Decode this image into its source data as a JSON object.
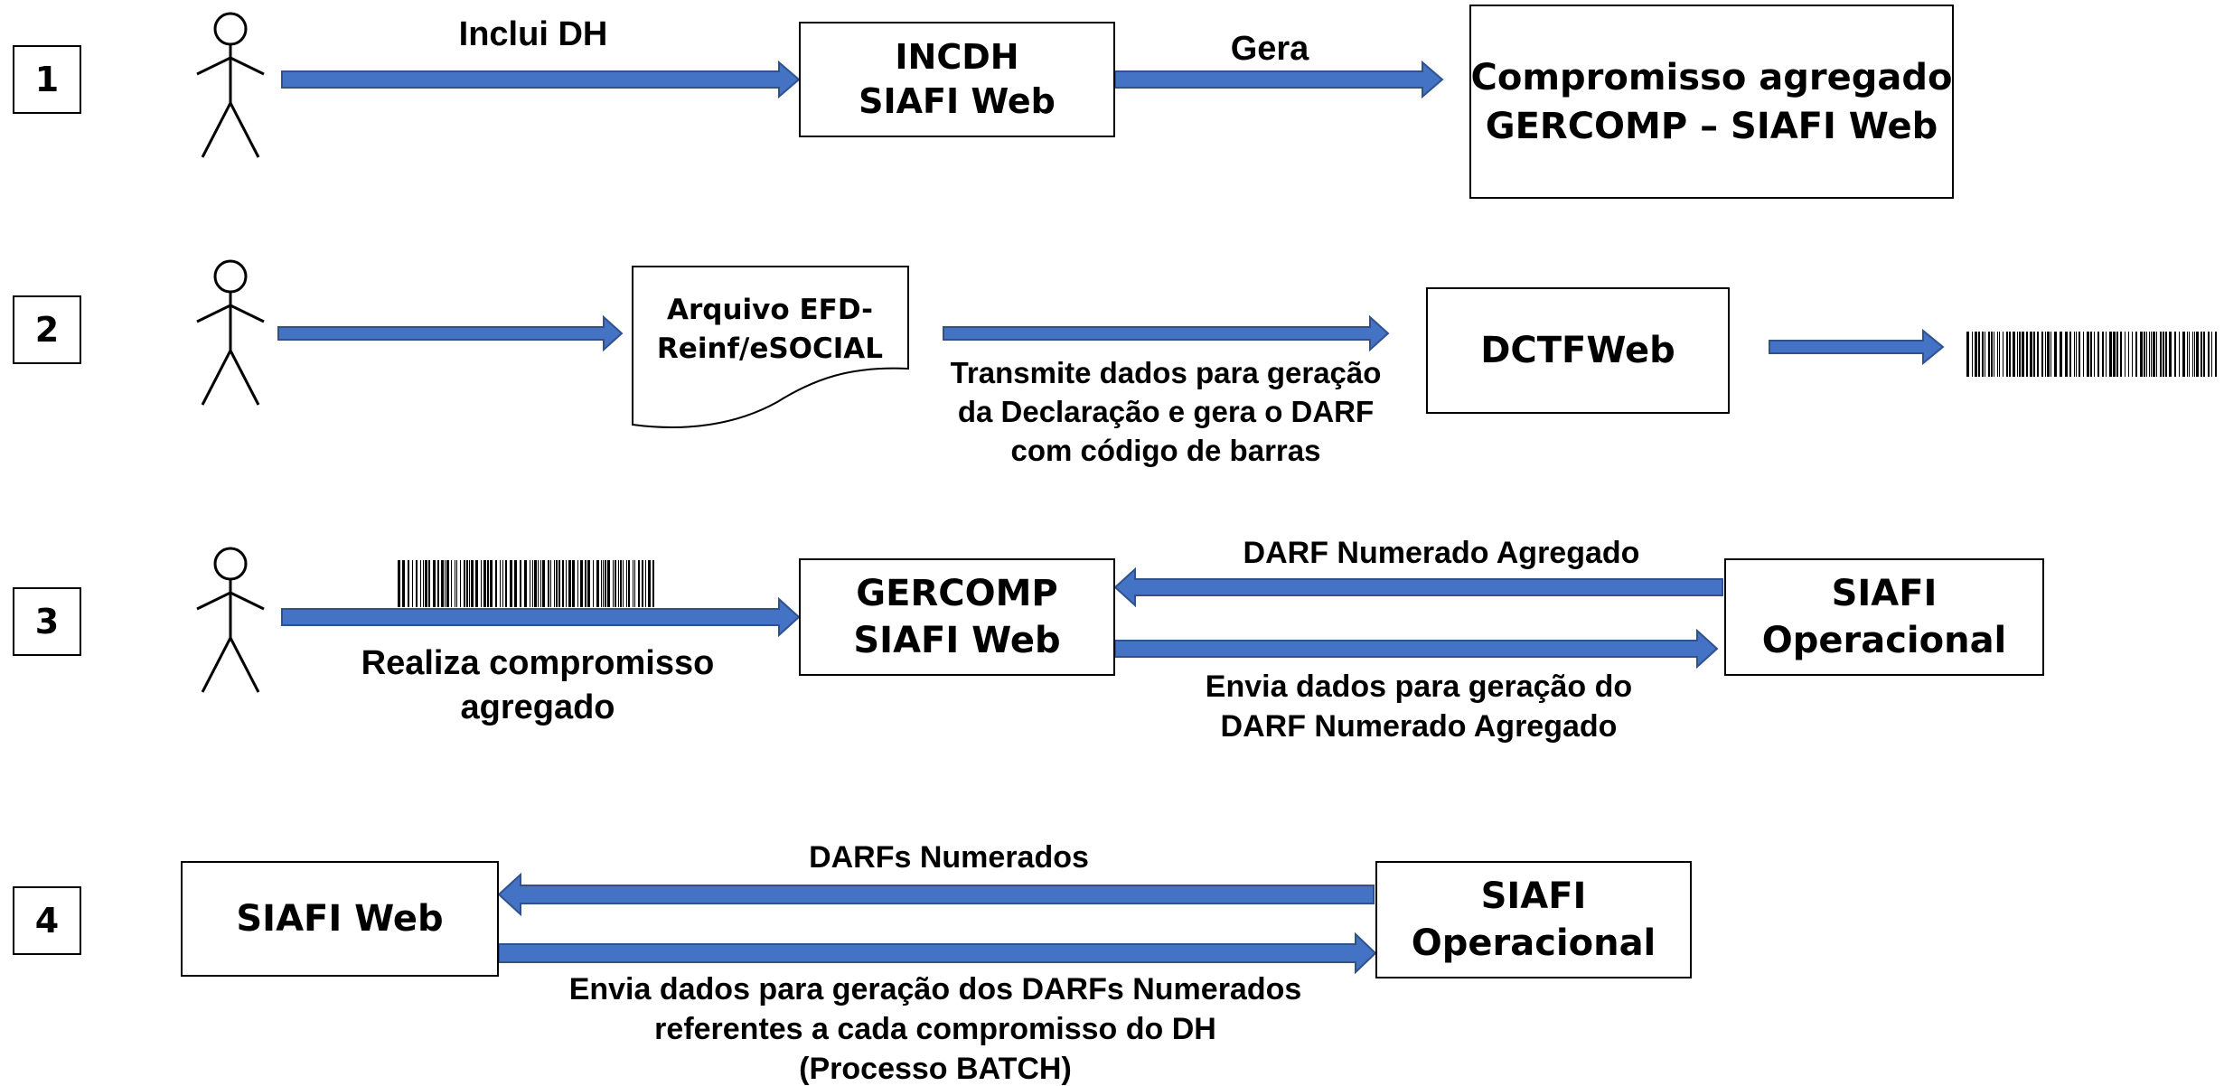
{
  "steps": [
    "1",
    "2",
    "3",
    "4"
  ],
  "row1": {
    "arrow_label": "Inclui DH",
    "box_incdh": [
      "INCDH",
      "SIAFI Web"
    ],
    "gera_label": "Gera",
    "box_compromisso": [
      "Compromisso agregado",
      "GERCOMP – SIAFI Web"
    ]
  },
  "row2": {
    "document": [
      "Arquivo EFD-",
      "Reinf/eSOCIAL"
    ],
    "transmit_label": [
      "Transmite dados para geração",
      "da Declaração e gera o DARF",
      "com código de barras"
    ],
    "box_dctfweb": "DCTFWeb"
  },
  "row3": {
    "actor_label": [
      "Realiza compromisso",
      "agregado"
    ],
    "box_gercomp": [
      "GERCOMP",
      "SIAFI Web"
    ],
    "return_label": "DARF Numerado Agregado",
    "send_label": [
      "Envia dados para geração do",
      "DARF Numerado Agregado"
    ],
    "box_siafi_op": [
      "SIAFI",
      "Operacional"
    ]
  },
  "row4": {
    "box_siafi_web": "SIAFI Web",
    "return_label": "DARFs Numerados",
    "box_siafi_op": [
      "SIAFI",
      "Operacional"
    ],
    "send_label": [
      "Envia dados para geração dos DARFs Numerados",
      "referentes a cada compromisso do DH",
      "(Processo BATCH)"
    ]
  },
  "colors": {
    "arrow_fill": "#4472c4",
    "arrow_stroke": "#2f528f",
    "stroke": "#000000"
  }
}
